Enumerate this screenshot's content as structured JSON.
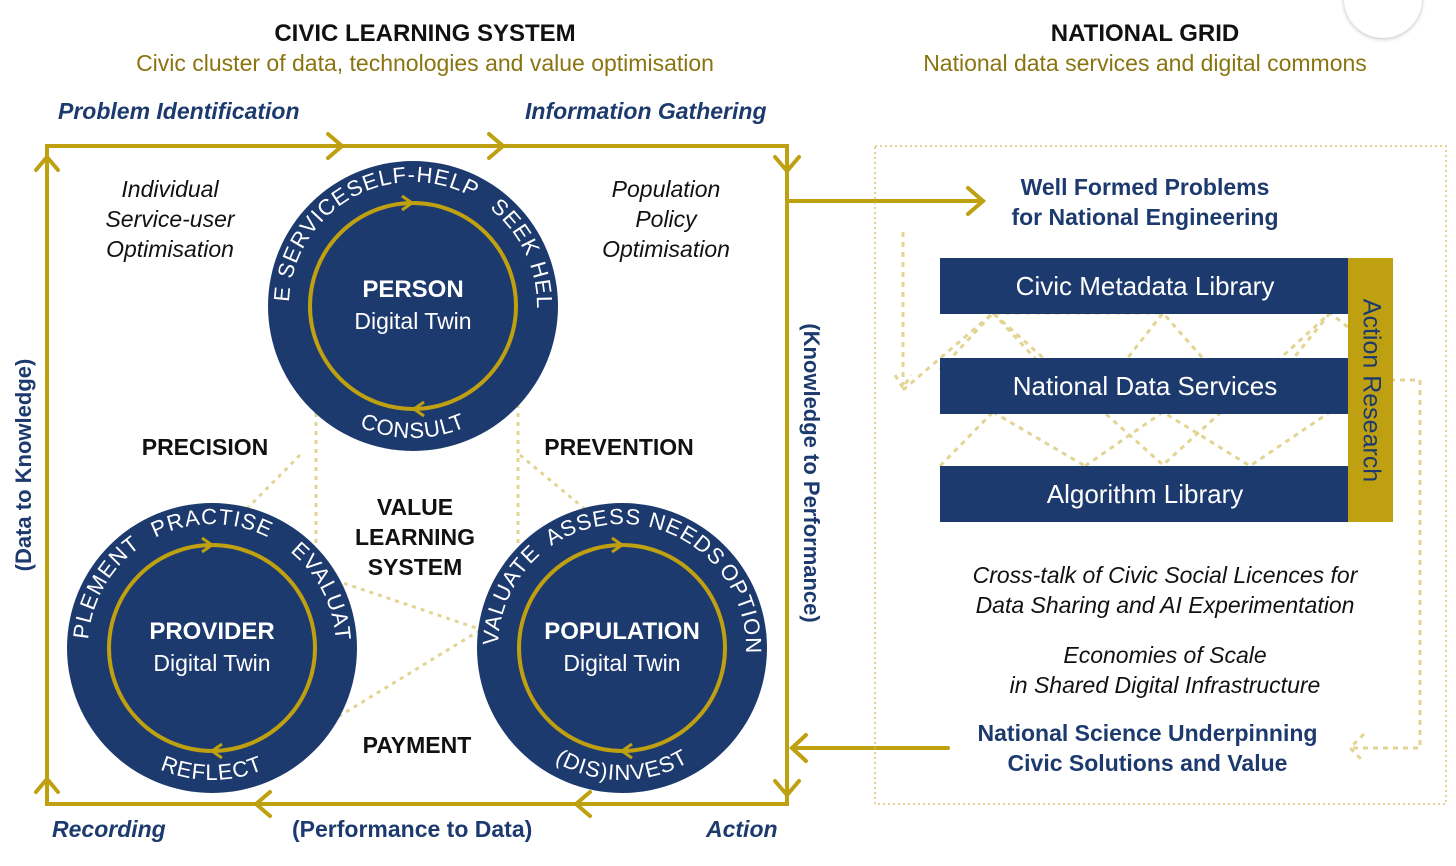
{
  "left_header": {
    "title": "CIVIC LEARNING SYSTEM",
    "subtitle": "Civic cluster of data, technologies and value optimisation"
  },
  "right_header": {
    "title": "NATIONAL GRID",
    "subtitle": "National data services and digital commons"
  },
  "frame_labels": {
    "top_left": "Problem Identification",
    "top_right": "Information Gathering",
    "bottom_left": "Recording",
    "bottom_middle": "(Performance to Data)",
    "bottom_right": "Action",
    "left_vertical": "(Data to Knowledge)",
    "right_vertical": "(Knowledge to Performance)"
  },
  "optimisation": {
    "individual": [
      "Individual",
      "Service-user",
      "Optimisation"
    ],
    "population": [
      "Population",
      "Policy",
      "Optimisation"
    ]
  },
  "zones": {
    "precision": "PRECISION",
    "prevention": "PREVENTION",
    "payment": "PAYMENT",
    "value": [
      "VALUE",
      "LEARNING",
      "SYSTEM"
    ]
  },
  "twins": {
    "person": {
      "name": "PERSON",
      "subtitle": "Digital Twin",
      "ring": [
        "SELF-HELP",
        "SEEK HELP",
        "CONSULT",
        "USE SERVICE"
      ]
    },
    "provider": {
      "name": "PROVIDER",
      "subtitle": "Digital Twin",
      "ring": [
        "PRACTISE",
        "EVALUATE",
        "REFLECT",
        "IMPLEMENT"
      ]
    },
    "population": {
      "name": "POPULATION",
      "subtitle": "Digital Twin",
      "ring": [
        "ASSESS NEEDS",
        "OPTIONS",
        "(DIS)INVEST",
        "EVALUATE"
      ]
    }
  },
  "national": {
    "well_formed": [
      "Well Formed Problems",
      "for National Engineering"
    ],
    "bars": [
      "Civic Metadata Library",
      "National Data Services",
      "Algorithm Library"
    ],
    "action_research": "Action Research",
    "cross_talk": [
      "Cross-talk of Civic Social Licences for",
      "Data Sharing and AI Experimentation"
    ],
    "economies": [
      "Economies of Scale",
      "in Shared Digital Infrastructure"
    ],
    "science": [
      "National Science Underpinning",
      "Civic Solutions and Value"
    ]
  },
  "colors": {
    "navy": "#1d3a6e",
    "gold": "#bfa010",
    "gold_text": "#8a7410",
    "dotted": "#e2d594"
  }
}
